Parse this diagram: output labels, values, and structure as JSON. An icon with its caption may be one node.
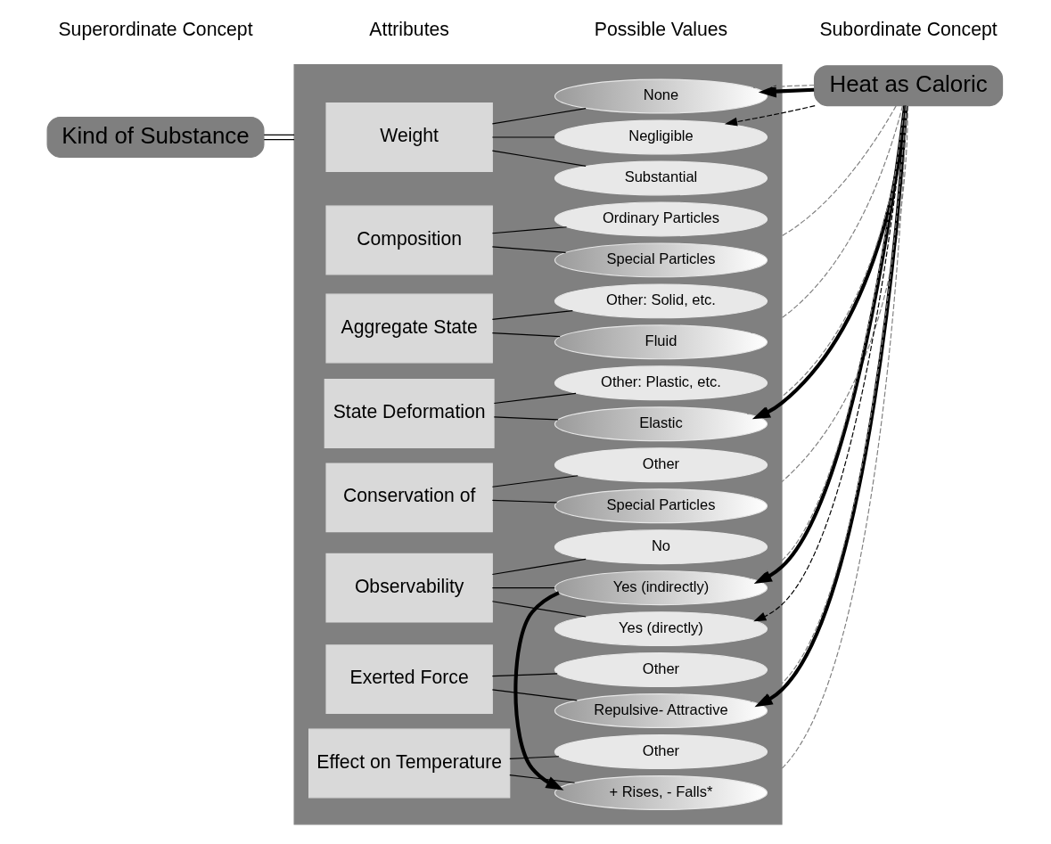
{
  "diagram": {
    "nodes": [
      {
        "text": [
          "Kind of Substance"
        ]
      },
      {
        "text": [],
        "shape": "box"
      },
      {
        "text": [
          "Weight"
        ],
        "in": 1
      },
      {
        "text": [
          "Substantial"
        ],
        "in": 1
      },
      {
        "text": [
          "Negligible"
        ],
        "in": 1
      },
      {
        "text": [
          "None"
        ],
        "in": 1
      },
      {
        "text": [
          "Composition"
        ],
        "in": 1
      },
      {
        "text": [
          "Special Particles"
        ],
        "in": 1
      },
      {
        "text": [
          "Ordinary Particles"
        ],
        "in": 1
      },
      {
        "text": [
          "Aggregate State"
        ],
        "in": 1
      },
      {
        "text": [
          "Fluid"
        ],
        "in": 1
      },
      {
        "text": [
          "Other: Solid, etc."
        ],
        "in": 1
      },
      {
        "text": [
          "State Deformation"
        ],
        "in": 1
      },
      {
        "text": [
          "Elastic"
        ],
        "in": 1
      },
      {
        "text": [
          "Other: Plastic, etc."
        ],
        "in": 1
      },
      {
        "text": [
          "Conservation of"
        ],
        "in": 1
      },
      {
        "text": [
          "Special Particles"
        ],
        "in": 1
      },
      {
        "text": [
          "Other"
        ],
        "in": 1
      },
      {
        "text": [
          "Observability"
        ],
        "in": 1
      },
      {
        "text": [
          "Yes (directly)"
        ],
        "in": 1
      },
      {
        "text": [
          "Yes (indirectly)"
        ],
        "in": 1
      },
      {
        "text": [
          "No"
        ],
        "in": 1
      },
      {
        "text": [
          "Exerted Force"
        ],
        "in": 1
      },
      {
        "text": [
          "Repulsive- Attractive"
        ],
        "in": 1
      },
      {
        "text": [
          "Other"
        ],
        "in": 1
      },
      {
        "text": [
          "Effect on Temperature"
        ],
        "in": 1
      },
      {
        "text": [
          "+ Rises, - Falls*"
        ],
        "in": 1
      },
      {
        "text": [
          "Other"
        ],
        "in": 1
      },
      {
        "text": [
          "Heat as Caloric"
        ]
      }
    ],
    "edges": [
      {
        "from": 0,
        "to": 1,
        "arrow": "none"
      },
      {
        "from": 0,
        "to": 1,
        "arrow": "none"
      },
      {
        "from": 2,
        "to": 3,
        "arrow": "none"
      },
      {
        "from": 2,
        "to": 4,
        "arrow": "none"
      },
      {
        "from": 2,
        "to": 5,
        "arrow": "none"
      },
      {
        "from": 6,
        "to": 7,
        "arrow": "none"
      },
      {
        "from": 6,
        "to": 8,
        "arrow": "none"
      },
      {
        "from": 9,
        "to": 10,
        "arrow": "none"
      },
      {
        "from": 9,
        "to": 11,
        "arrow": "none"
      },
      {
        "from": 12,
        "to": 13,
        "arrow": "none"
      },
      {
        "from": 12,
        "to": 14,
        "arrow": "none"
      },
      {
        "from": 15,
        "to": 16,
        "arrow": "none"
      },
      {
        "from": 15,
        "to": 17,
        "arrow": "none"
      },
      {
        "from": 18,
        "to": 19,
        "arrow": "none"
      },
      {
        "from": 18,
        "to": 20,
        "arrow": "none"
      },
      {
        "from": 18,
        "to": 21,
        "arrow": "none"
      },
      {
        "from": 22,
        "to": 23,
        "arrow": "none"
      },
      {
        "from": 22,
        "to": 24,
        "arrow": "none"
      },
      {
        "from": 25,
        "to": 26,
        "arrow": "none"
      },
      {
        "from": 25,
        "to": 27,
        "arrow": "none"
      },
      {
        "from": 28,
        "to": 4,
        "arrow": "to",
        "style": "dashed"
      },
      {
        "from": 28,
        "to": 5,
        "arrow": "to",
        "style": "thick"
      },
      {
        "from": 28,
        "to": 13,
        "arrow": "to",
        "style": "thick"
      },
      {
        "from": 28,
        "to": 19,
        "arrow": "to",
        "style": "dashed"
      },
      {
        "from": 28,
        "to": 20,
        "arrow": "to",
        "style": "thick"
      },
      {
        "from": 28,
        "to": 23,
        "arrow": "to",
        "style": "thick"
      },
      {
        "from": 20,
        "to": 26,
        "arrow": "to",
        "style": "thick"
      },
      {
        "from": 28,
        "to": 5,
        "arrow": "none",
        "style": "dashed",
        "color": "#808080"
      },
      {
        "from": 28,
        "to": 7,
        "arrow": "none",
        "style": "dashed",
        "color": "#808080"
      },
      {
        "from": 28,
        "to": 10,
        "arrow": "none",
        "style": "dashed",
        "color": "#808080"
      },
      {
        "from": 28,
        "to": 13,
        "arrow": "none",
        "style": "dashed",
        "color": "#808080"
      },
      {
        "from": 28,
        "to": 16,
        "arrow": "none",
        "style": "dashed",
        "color": "#808080"
      },
      {
        "from": 28,
        "to": 20,
        "arrow": "none",
        "style": "dashed",
        "color": "#808080"
      },
      {
        "from": 28,
        "to": 23,
        "arrow": "none",
        "style": "dashed",
        "color": "#808080"
      },
      {
        "from": 28,
        "to": 26,
        "arrow": "none",
        "style": "dashed",
        "color": "#808080"
      }
    ],
    "labels": [
      "Superordinate Concept",
      "Attributes",
      "Possible Values",
      "Subordinate Concept"
    ]
  }
}
